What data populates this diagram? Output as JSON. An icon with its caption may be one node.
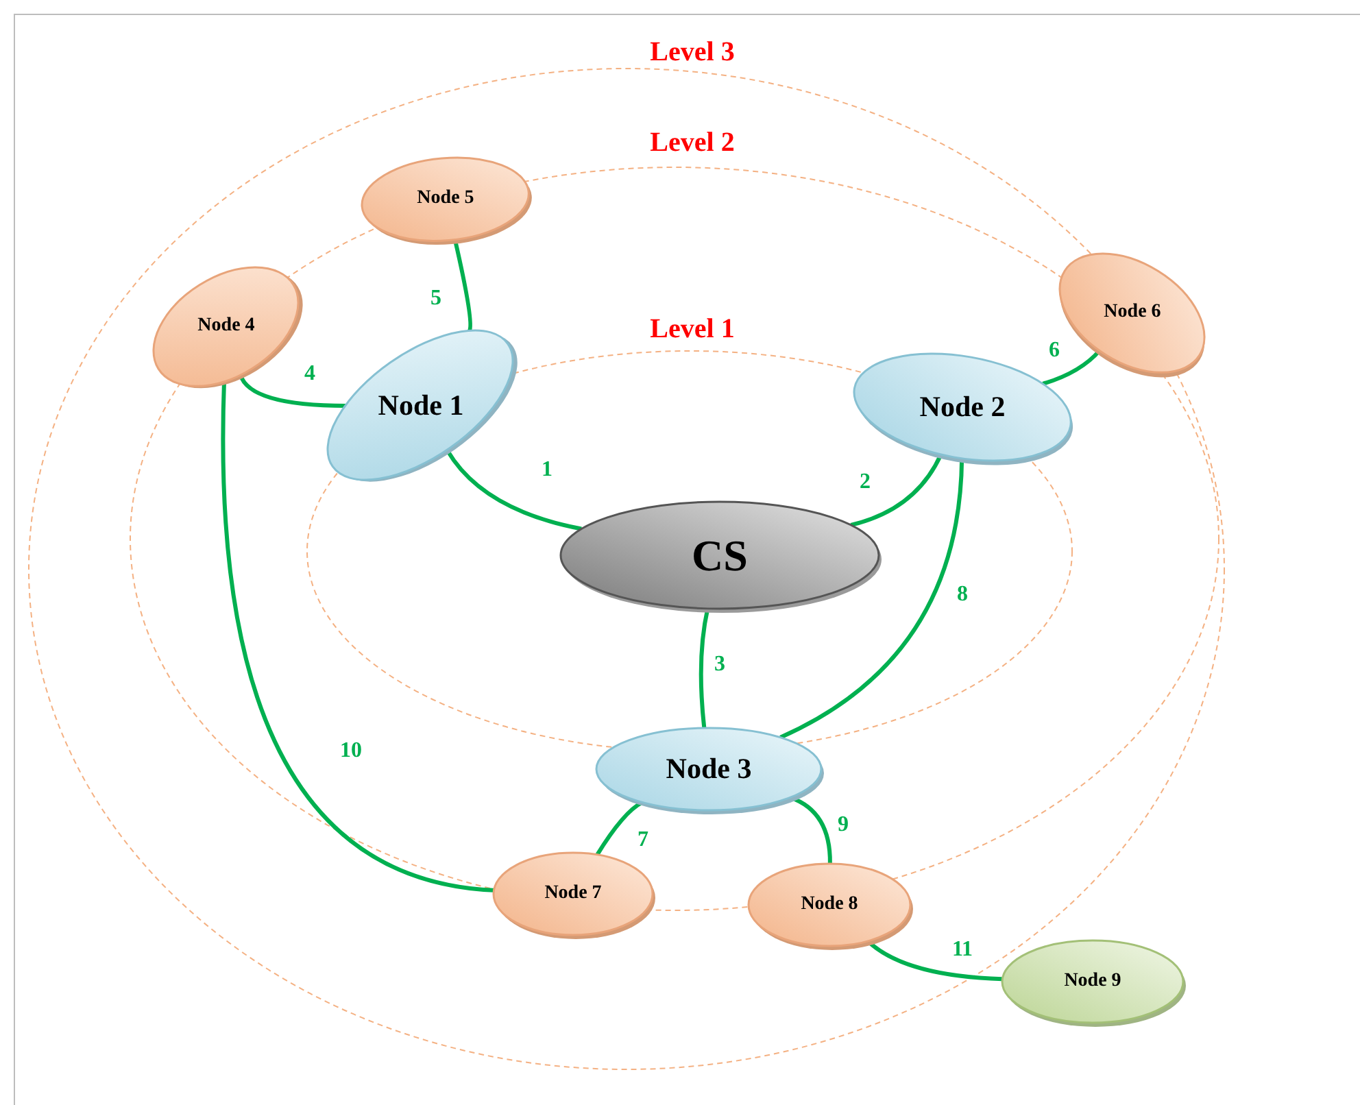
{
  "diagram": {
    "nodes": [
      {
        "text": [
          "CS"
        ]
      },
      {
        "text": [
          "Node 1"
        ]
      },
      {
        "text": [
          "Node 2"
        ]
      },
      {
        "text": [
          "Node 3"
        ]
      },
      {
        "text": [
          "Node 4"
        ]
      },
      {
        "text": [
          "Node 5"
        ]
      },
      {
        "text": [
          "Node 6"
        ]
      },
      {
        "text": [
          "Node 7"
        ]
      },
      {
        "text": [
          "Node 8"
        ]
      },
      {
        "text": [
          "Node 9"
        ]
      }
    ],
    "edges": [
      {
        "from": 1,
        "to": 0,
        "arrow": "none",
        "label": "1"
      },
      {
        "from": 0,
        "to": 2,
        "arrow": "none",
        "label": "2"
      },
      {
        "from": 0,
        "to": 3,
        "arrow": "none",
        "label": "3"
      },
      {
        "from": 4,
        "to": 1,
        "arrow": "none",
        "label": "4"
      },
      {
        "from": 5,
        "to": 1,
        "arrow": "none",
        "label": "5"
      },
      {
        "from": 2,
        "to": 6,
        "arrow": "none",
        "label": "6"
      },
      {
        "from": 3,
        "to": 7,
        "arrow": "none",
        "label": "7"
      },
      {
        "from": 2,
        "to": 3,
        "arrow": "none",
        "label": "8"
      },
      {
        "from": 3,
        "to": 8,
        "arrow": "none",
        "label": "9"
      },
      {
        "from": 4,
        "to": 7,
        "arrow": "none",
        "label": "10"
      },
      {
        "from": 8,
        "to": 9,
        "arrow": "none",
        "label": "11"
      }
    ],
    "labels": [
      "Level 3",
      "Level 2",
      "Level 1"
    ]
  }
}
